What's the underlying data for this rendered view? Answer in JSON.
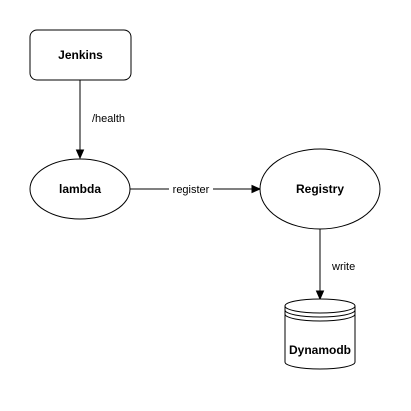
{
  "nodes": {
    "jenkins": {
      "label": "Jenkins",
      "shape": "rounded-rectangle"
    },
    "lambda": {
      "label": "lambda",
      "shape": "ellipse"
    },
    "registry": {
      "label": "Registry",
      "shape": "ellipse"
    },
    "dynamodb": {
      "label": "Dynamodb",
      "shape": "database-cylinder"
    }
  },
  "edges": {
    "jenkins_to_lambda": {
      "from": "Jenkins",
      "to": "lambda",
      "label": "/health"
    },
    "lambda_to_registry": {
      "from": "lambda",
      "to": "Registry",
      "label": "register"
    },
    "registry_to_dynamodb": {
      "from": "Registry",
      "to": "Dynamodb",
      "label": "write"
    }
  },
  "colors": {
    "stroke": "#000000",
    "fill": "#ffffff",
    "text": "#000000"
  }
}
